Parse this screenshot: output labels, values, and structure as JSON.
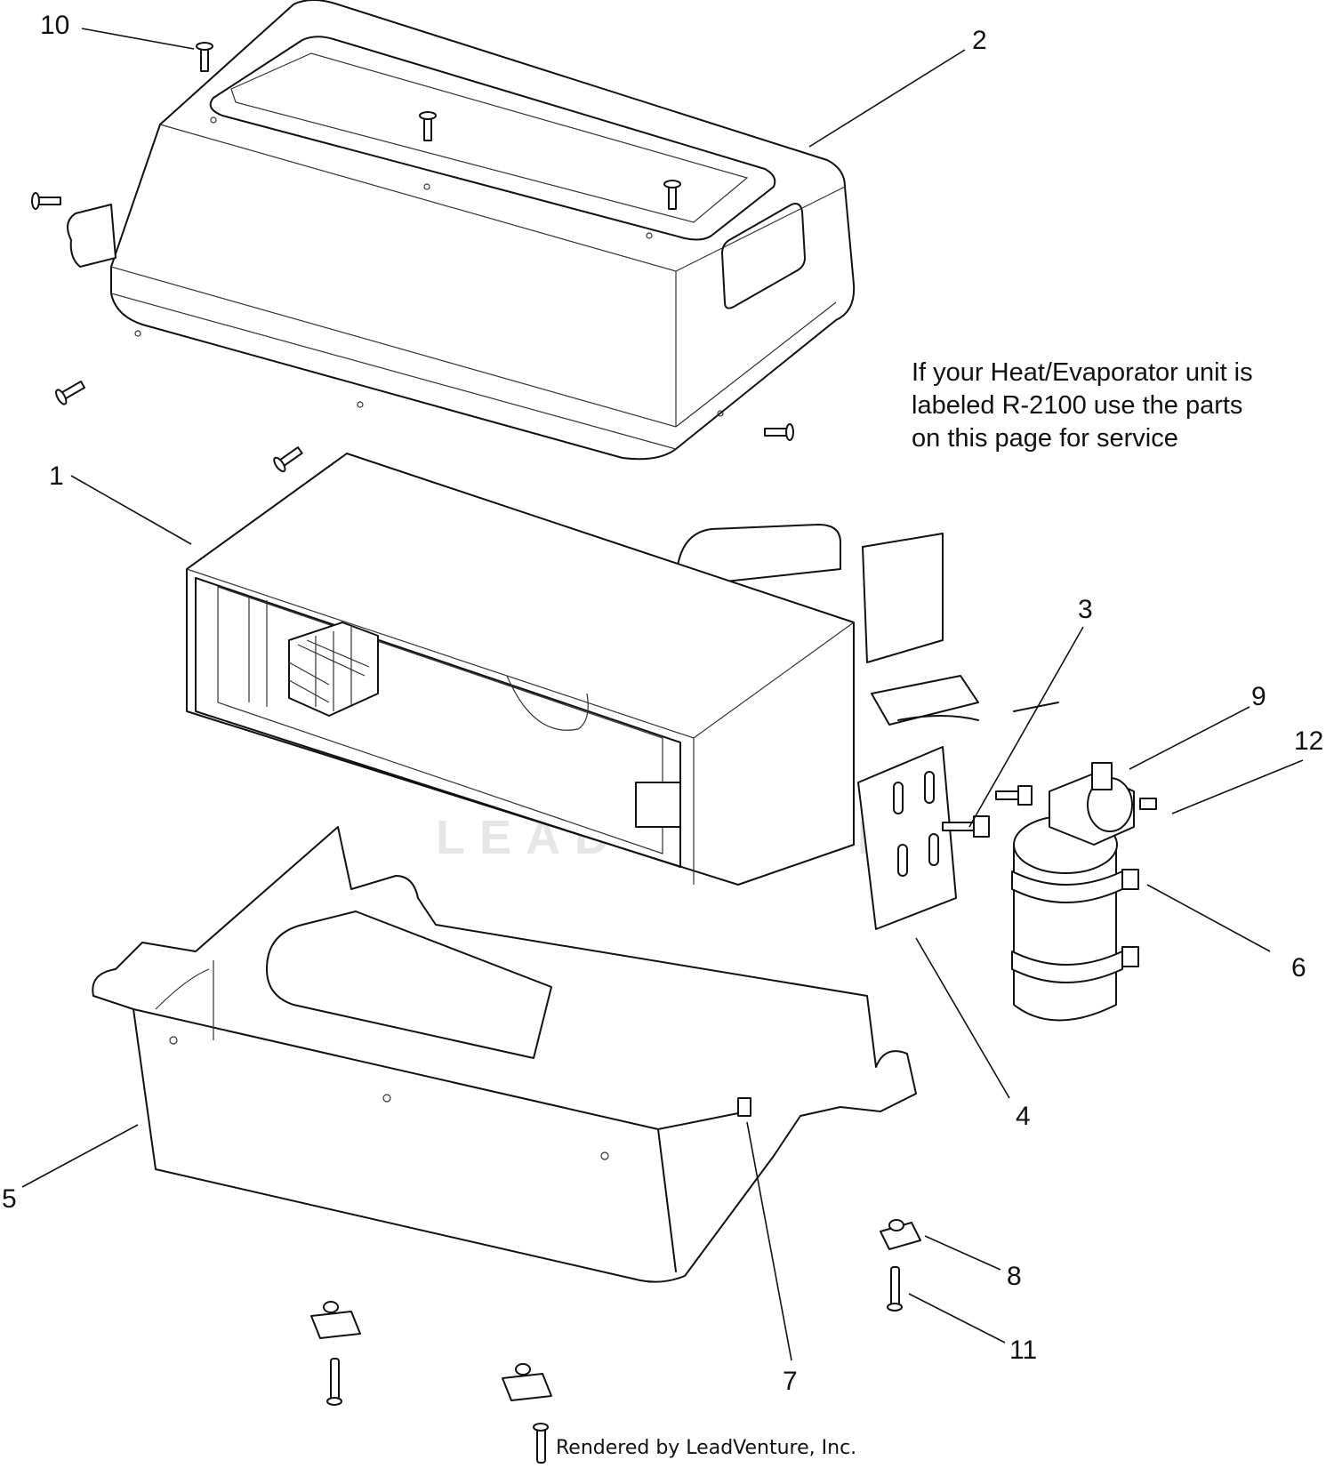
{
  "note": {
    "lines": [
      "If your Heat/Evaporator unit is",
      "labeled R-2100 use the parts",
      "on this page for service"
    ]
  },
  "callouts": [
    "1",
    "2",
    "3",
    "4",
    "5",
    "6",
    "7",
    "8",
    "9",
    "10",
    "11",
    "12"
  ],
  "watermark": "LEADVENTURE",
  "footer": "Rendered by LeadVenture, Inc."
}
